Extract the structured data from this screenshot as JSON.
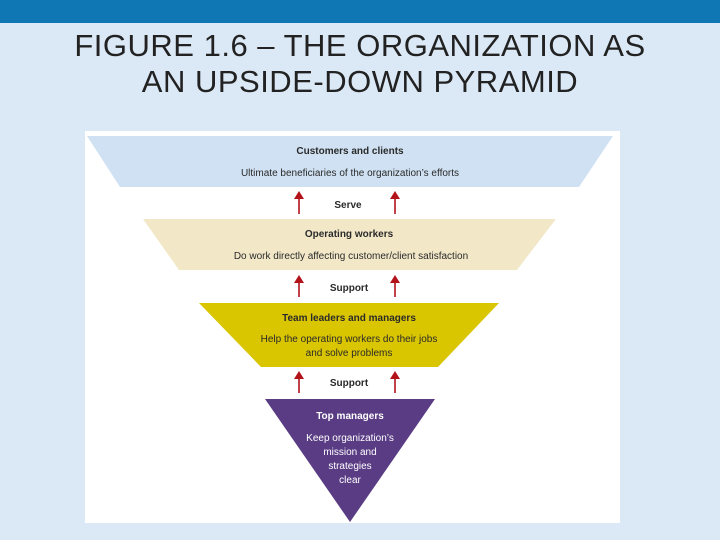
{
  "title": {
    "line1": "FIGURE 1.6 – THE ORGANIZATION AS",
    "line2": "AN UPSIDE-DOWN PYRAMID"
  },
  "colors": {
    "top_bar": "#0f77b4",
    "background": "#dbe9f6",
    "tier_customers": "#cfe1f2",
    "tier_operating": "#f2e8c8",
    "tier_team": "#d9c500",
    "tier_top": "#5a3c84",
    "arrow": "#b3121b"
  },
  "diagram": {
    "tiers": [
      {
        "heading": "Customers and clients",
        "lines": [
          "Ultimate beneficiaries of the organization’s efforts"
        ]
      },
      {
        "heading": "Operating workers",
        "lines": [
          "Do work directly affecting customer/client satisfaction"
        ]
      },
      {
        "heading": "Team leaders and managers",
        "lines": [
          "Help the operating workers do their jobs",
          "and solve problems"
        ]
      },
      {
        "heading": "Top managers",
        "lines": [
          "Keep organization’s",
          "mission and",
          "strategies",
          "clear"
        ]
      }
    ],
    "connectors": [
      {
        "label": "Serve"
      },
      {
        "label": "Support"
      },
      {
        "label": "Support"
      }
    ]
  }
}
